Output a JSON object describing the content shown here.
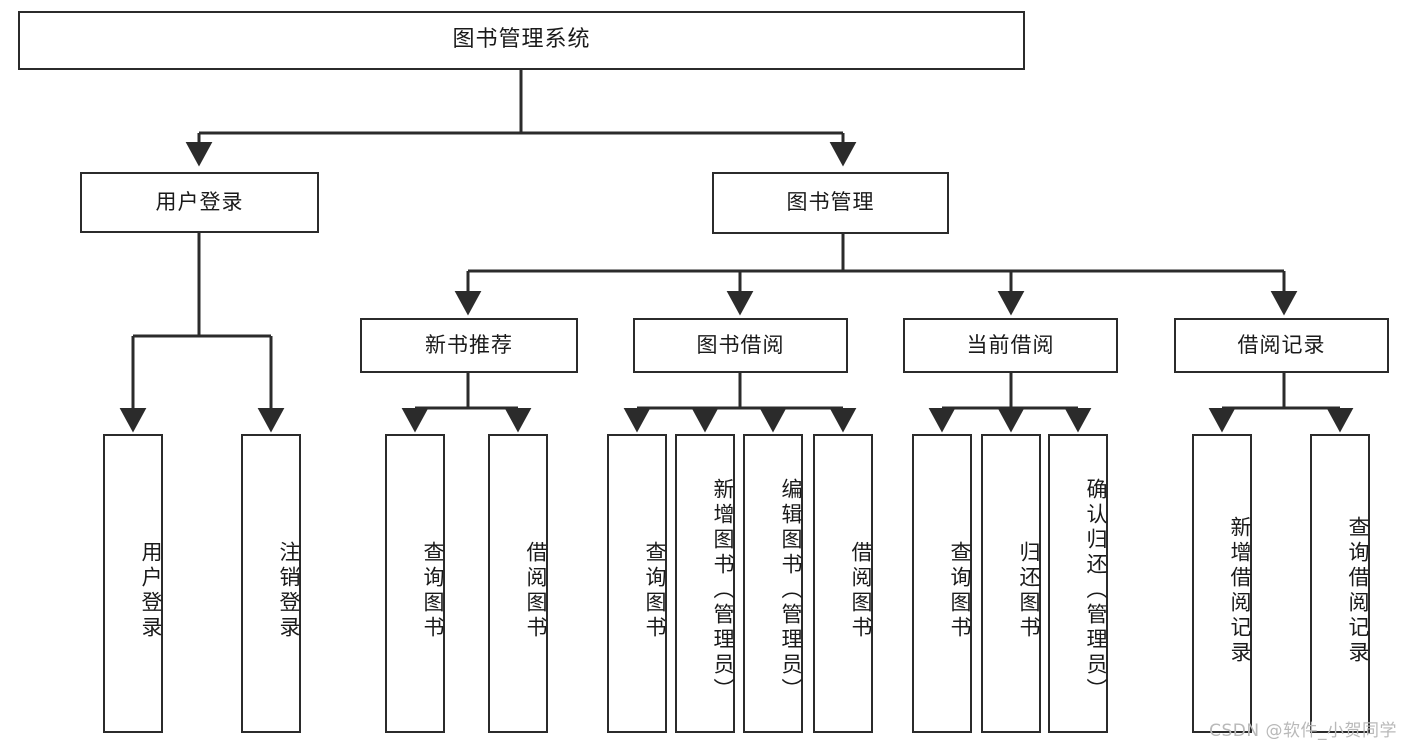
{
  "diagram": {
    "title": "图书管理系统",
    "type": "tree",
    "watermark": "CSDN @软件_小贺同学",
    "colors": {
      "stroke": "#2b2b2b",
      "fill": "#ffffff",
      "text": "#1a1a1a",
      "watermark": "#b9b9b9"
    },
    "root": {
      "label": "图书管理系统"
    },
    "level2": [
      {
        "label": "用户登录"
      },
      {
        "label": "图书管理"
      }
    ],
    "level3": [
      {
        "label": "新书推荐"
      },
      {
        "label": "图书借阅"
      },
      {
        "label": "当前借阅"
      },
      {
        "label": "借阅记录"
      }
    ],
    "leaves_user_login": [
      {
        "label": "用户登录"
      },
      {
        "label": "注销登录"
      }
    ],
    "leaves_new_book": [
      {
        "label": "查询图书"
      },
      {
        "label": "借阅图书"
      }
    ],
    "leaves_borrow": [
      {
        "label": "查询图书"
      },
      {
        "label": "新增图书（管理员）"
      },
      {
        "label": "编辑图书（管理员）"
      },
      {
        "label": "借阅图书"
      }
    ],
    "leaves_current": [
      {
        "label": "查询图书"
      },
      {
        "label": "归还图书"
      },
      {
        "label": "确认归还（管理员）"
      }
    ],
    "leaves_records": [
      {
        "label": "新增借阅记录"
      },
      {
        "label": "查询借阅记录"
      }
    ]
  }
}
